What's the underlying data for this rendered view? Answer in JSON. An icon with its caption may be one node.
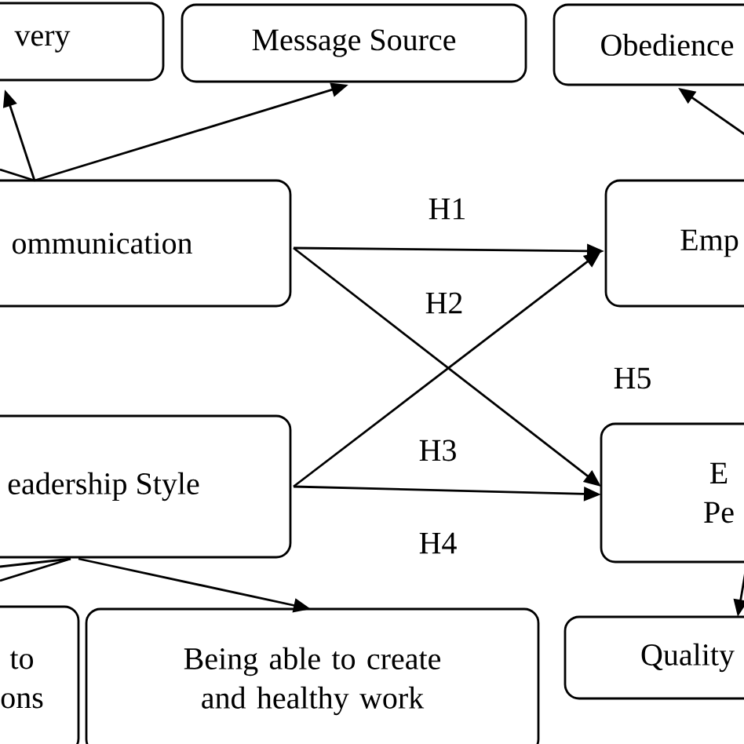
{
  "diagram": {
    "nodes": [
      {
        "text": [
          "very"
        ]
      },
      {
        "text": [
          "Message Source"
        ]
      },
      {
        "text": [
          "Obedience"
        ]
      },
      {
        "text": [
          "ommunication"
        ]
      },
      {
        "text": [
          "Emp"
        ]
      },
      {
        "text": [
          "eadership Style"
        ]
      },
      {
        "text": [
          "E Pe"
        ]
      },
      {
        "text": [
          "to ons"
        ]
      },
      {
        "text": [
          "Being able to create and healthy work"
        ]
      },
      {
        "text": [
          "Quality"
        ]
      }
    ],
    "edges": [
      {
        "from": 3,
        "to": 0,
        "arrow": "to"
      },
      {
        "from": 3,
        "to": 1,
        "arrow": "to"
      },
      {
        "from": 3,
        "to": null,
        "arrow": "none"
      },
      {
        "from": 4,
        "to": 2,
        "arrow": "to"
      },
      {
        "from": 3,
        "to": 4,
        "arrow": "to",
        "label": "H1"
      },
      {
        "from": 3,
        "to": 6,
        "arrow": "to",
        "label": "H2"
      },
      {
        "from": 5,
        "to": 4,
        "arrow": "to",
        "label": "H3"
      },
      {
        "from": 5,
        "to": 6,
        "arrow": "to",
        "label": "H4"
      },
      {
        "from": 5,
        "to": 8,
        "arrow": "to"
      },
      {
        "from": 5,
        "to": null,
        "arrow": "none"
      },
      {
        "from": 5,
        "to": null,
        "arrow": "none"
      },
      {
        "from": 6,
        "to": 9,
        "arrow": "to"
      }
    ],
    "labels": [
      "H5"
    ]
  }
}
